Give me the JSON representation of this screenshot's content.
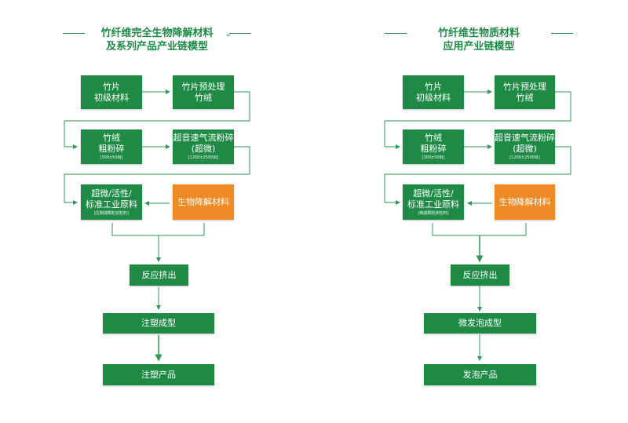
{
  "left": {
    "title_line1": "竹纤维完全生物降解材料",
    "title_line2": "及系列产品产业链模型",
    "nodes": {
      "n1": {
        "line1": "竹片",
        "line2": "初级材料"
      },
      "n2": {
        "line1": "竹片预处理",
        "line2": "竹绒"
      },
      "n3": {
        "line1": "竹绒",
        "line2": "粗粉碎",
        "note": "[300±50目]"
      },
      "n4": {
        "line1": "超音速气流粉碎",
        "line2": "(超微)",
        "note": "[1200±2500目]"
      },
      "n5": {
        "line1": "超微/活性/",
        "line2": "标准工业原料",
        "note": "[压制成颗粒状粒料]"
      },
      "n6": {
        "line1": "生物降解材料"
      },
      "n7": {
        "line1": "反应挤出"
      },
      "n8": {
        "line1": "注塑成型"
      },
      "n9": {
        "line1": "注塑产品"
      }
    }
  },
  "right": {
    "title_line1": "竹纤维生物质材料",
    "title_line2": "应用产业链模型",
    "nodes": {
      "n1": {
        "line1": "竹片",
        "line2": "初级材料"
      },
      "n2": {
        "line1": "竹片预处理",
        "line2": "竹绒"
      },
      "n3": {
        "line1": "竹绒",
        "line2": "粗粉碎",
        "note": "[300±50目]"
      },
      "n4": {
        "line1": "超音速气流粉碎",
        "line2": "(超微)",
        "note": "[1200±2500目]"
      },
      "n5": {
        "line1": "超微/活性/",
        "line2": "标准工业原料",
        "note": "[制成颗粒状粒料]"
      },
      "n6": {
        "line1": "生物降解材料"
      },
      "n7": {
        "line1": "反应挤出"
      },
      "n8": {
        "line1": "微发泡成型"
      },
      "n9": {
        "line1": "发泡产品"
      }
    }
  },
  "colors": {
    "green": "#1e8a45",
    "orange": "#f08a24",
    "line": "#2e9a55"
  }
}
